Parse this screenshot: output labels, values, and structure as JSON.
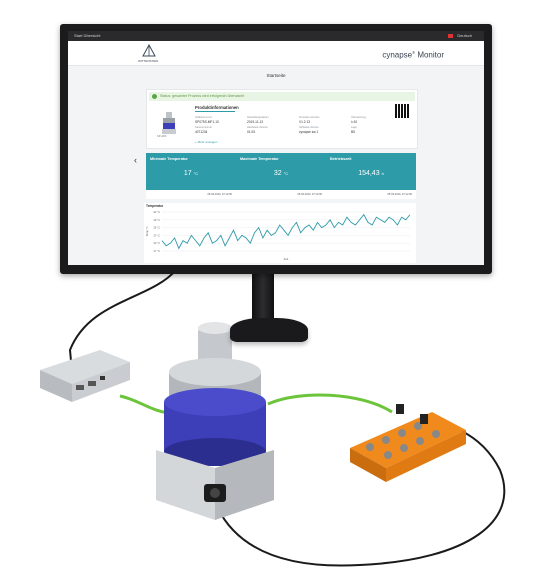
{
  "screen": {
    "titlebar_left": "Start Übersicht",
    "language": "Deutsch",
    "brand": "cynapse",
    "brand_reg": "®",
    "brand_suffix": "Monitor",
    "logo_text": "WITTENSTEIN",
    "page_title": "Startseite",
    "alert": "Status: gesamter Prozess wird erfolgreich überwacht",
    "product": {
      "title": "Produktinformationen",
      "image_caption": "SP+060",
      "fields": [
        {
          "label": "Artikelnummer",
          "value": "SP075S-MF1-10"
        },
        {
          "label": "Seriennummer",
          "value": "4071234"
        },
        {
          "label": "Herstellungsdatum",
          "value": "2019-11-13"
        },
        {
          "label": "Hardware-Version",
          "value": "01.05"
        },
        {
          "label": "Firmware-Version",
          "value": "V1.2.13"
        },
        {
          "label": "Software-Version",
          "value": "cynapse sw 1"
        },
        {
          "label": "Übersetzung",
          "value": "i=10"
        },
        {
          "label": "Lage",
          "value": "B5"
        }
      ],
      "show_more": "+ Mehr anzeigen"
    },
    "tiles": [
      {
        "title": "Minimale Temperatur",
        "value": "17",
        "unit": "°C",
        "footer": "05.03.2020, 07:12:00"
      },
      {
        "title": "Maximale Temperatur",
        "value": "32",
        "unit": "°C",
        "footer": "05.03.2020, 07:12:00"
      },
      {
        "title": "Betriebszeit",
        "value": "154,43",
        "unit": "h",
        "footer": "05.03.2020, 07:12:00"
      }
    ],
    "chart_title": "Temperatur",
    "chart_ylabel": "Temp °C",
    "chart_xlabel": "Zeit"
  },
  "chart_data": {
    "type": "line",
    "title": "Temperatur",
    "ylabel": "Temp °C",
    "xlabel": "Zeit",
    "ylim": [
      17,
      32
    ],
    "yticks": [
      "32 °C",
      "29 °C",
      "26 °C",
      "23 °C",
      "20 °C",
      "17 °C"
    ],
    "series": [
      {
        "values": [
          21,
          19,
          20,
          22,
          18,
          21,
          20,
          23,
          21,
          19,
          22,
          24,
          20,
          21,
          23,
          19,
          22,
          25,
          21,
          23,
          22,
          20,
          24,
          26,
          22,
          25,
          23,
          24,
          27,
          25,
          23,
          26,
          28,
          24,
          26,
          27,
          25,
          28,
          26,
          27,
          29,
          26,
          28,
          27,
          30,
          28,
          27,
          29,
          31,
          28,
          27,
          30,
          29,
          28,
          30,
          29,
          27,
          30,
          29,
          31
        ]
      }
    ]
  }
}
